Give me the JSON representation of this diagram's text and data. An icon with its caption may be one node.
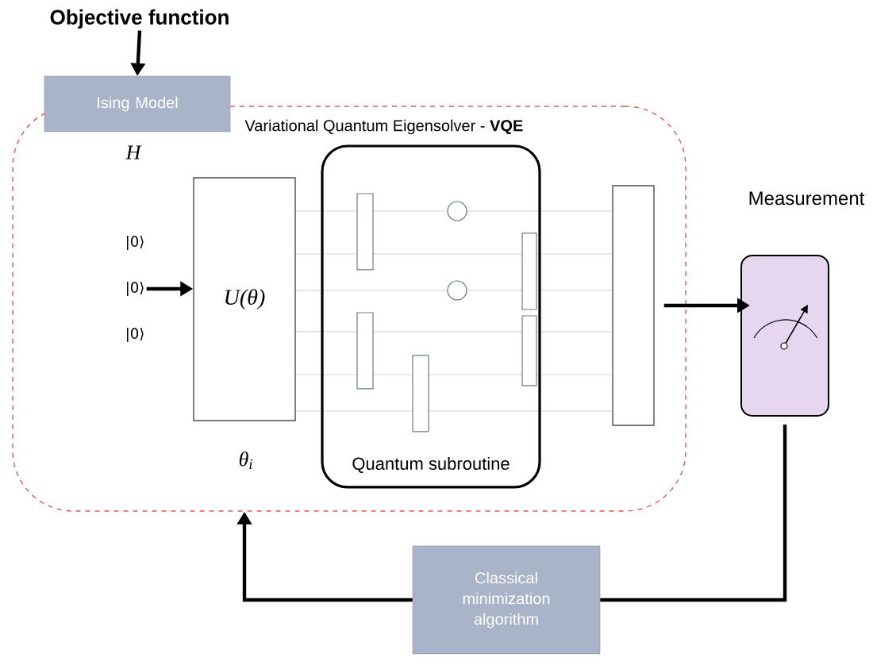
{
  "diagram": {
    "nodes": [
      {
        "text": [
          "Objective function"
        ]
      },
      {
        "text": [
          "Ising Model"
        ],
        "beside": [
          "H"
        ]
      },
      {
        "text": [
          "Variational Quantum Eigensolver - **VQE**"
        ]
      },
      {
        "text": [
          "|0⟩"
        ],
        "in": 2
      },
      {
        "text": [
          "U(θ)"
        ],
        "in": 2,
        "beside": [
          "θ$_{i}$"
        ]
      },
      {
        "text": [
          "Quantum subroutine"
        ],
        "in": 2
      },
      {
        "text": [],
        "shape": "box",
        "in": 2
      },
      {
        "text": [
          "Measurement"
        ]
      },
      {
        "text": [
          "Classical minimization algorithm"
        ]
      }
    ],
    "edges": [
      {
        "from": 0,
        "to": 1,
        "arrow": "to"
      },
      {
        "from": 3,
        "to": 4,
        "arrow": "to"
      },
      {
        "from": 6,
        "to": 7,
        "arrow": "to"
      },
      {
        "from": 7,
        "to": 8,
        "arrow": "none"
      },
      {
        "from": 8,
        "to": 2,
        "arrow": "to"
      }
    ],
    "labels": [
      "|0⟩",
      "|0⟩"
    ]
  }
}
